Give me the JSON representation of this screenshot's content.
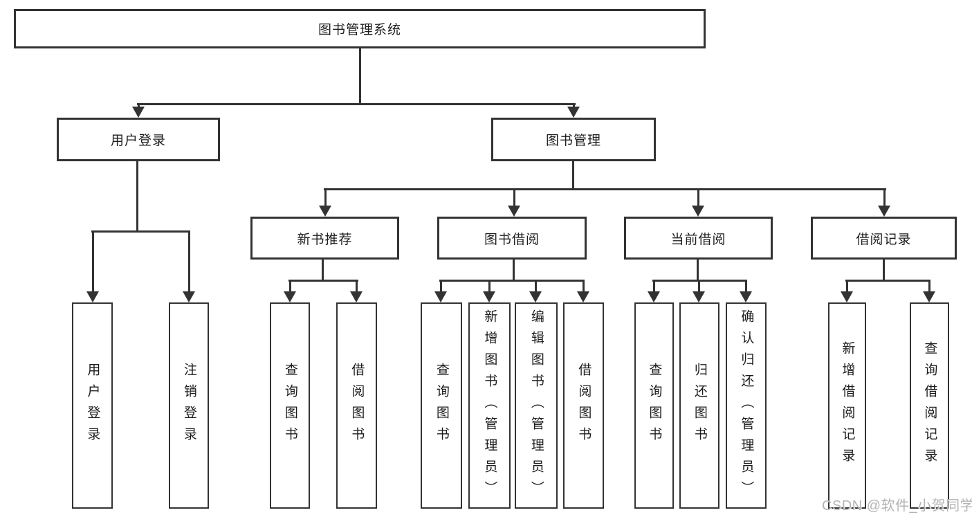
{
  "tree": {
    "root": {
      "label": "图书管理系统"
    },
    "level2": [
      {
        "label": "用户登录",
        "children": [
          {
            "label": "用户登录"
          },
          {
            "label": "注销登录"
          }
        ]
      },
      {
        "label": "图书管理",
        "children": [
          {
            "label": "新书推荐",
            "children": [
              {
                "label": "查询图书"
              },
              {
                "label": "借阅图书"
              }
            ]
          },
          {
            "label": "图书借阅",
            "children": [
              {
                "label": "查询图书"
              },
              {
                "label": "新增图书（管理员）"
              },
              {
                "label": "编辑图书（管理员）"
              },
              {
                "label": "借阅图书"
              }
            ]
          },
          {
            "label": "当前借阅",
            "children": [
              {
                "label": "查询图书"
              },
              {
                "label": "归还图书"
              },
              {
                "label": "确认归还（管理员）"
              }
            ]
          },
          {
            "label": "借阅记录",
            "children": [
              {
                "label": "新增借阅记录"
              },
              {
                "label": "查询借阅记录"
              }
            ]
          }
        ]
      }
    ]
  },
  "watermark": {
    "text": "CSDN @软件_小贺同学"
  },
  "colors": {
    "line": "#333333",
    "text": "#1d1d1d",
    "watermark": "#b3b3b3",
    "background": "#ffffff"
  }
}
